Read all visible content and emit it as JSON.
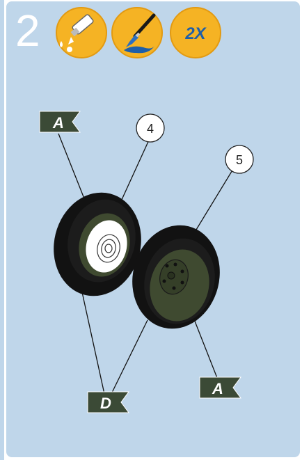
{
  "step": {
    "number": "2"
  },
  "badges": [
    {
      "icon": "glue-tube-icon"
    },
    {
      "icon": "paint-brush-icon"
    },
    {
      "text": "2X"
    }
  ],
  "callouts": {
    "part_4": "4",
    "part_5": "5"
  },
  "flags": {
    "a_top": "A",
    "a_bottom": "A",
    "d": "D"
  },
  "colors": {
    "panel": "#bfd6ea",
    "badge": "#f5b324",
    "flag": "#3b4a36",
    "tire": "#121212",
    "hub_green": "#3f4a30",
    "line": "#111111"
  }
}
